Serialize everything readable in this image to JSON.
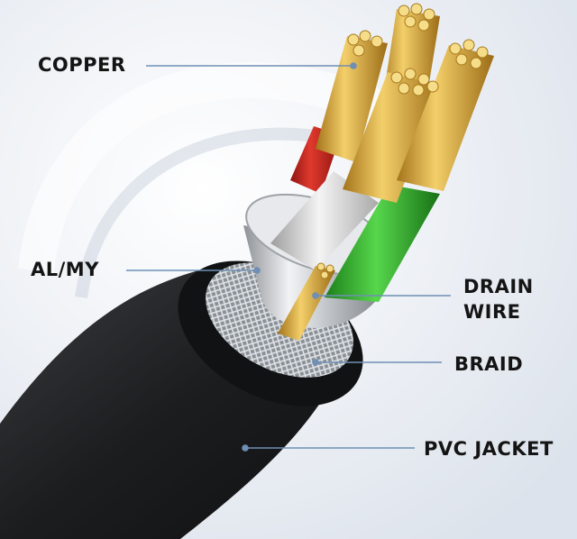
{
  "labels": {
    "copper": "COPPER",
    "al_my": "AL/MY",
    "drain_wire_line1": "DRAIN",
    "drain_wire_line2": "WIRE",
    "braid": "BRAID",
    "pvc_jacket": "PVC JACKET"
  },
  "colors": {
    "background": "#eef1f6",
    "copper": "#d9a531",
    "red_insulation": "#c9261d",
    "white_insulation": "#d8d8d8",
    "green_insulation": "#2fb52b",
    "foil": "#c9ccd0",
    "braid": "#9aa0a6",
    "jacket": "#1b1c1e",
    "leader_line": "#6f8fb4"
  },
  "icons": [
    "cable-cross-section-illustration"
  ]
}
